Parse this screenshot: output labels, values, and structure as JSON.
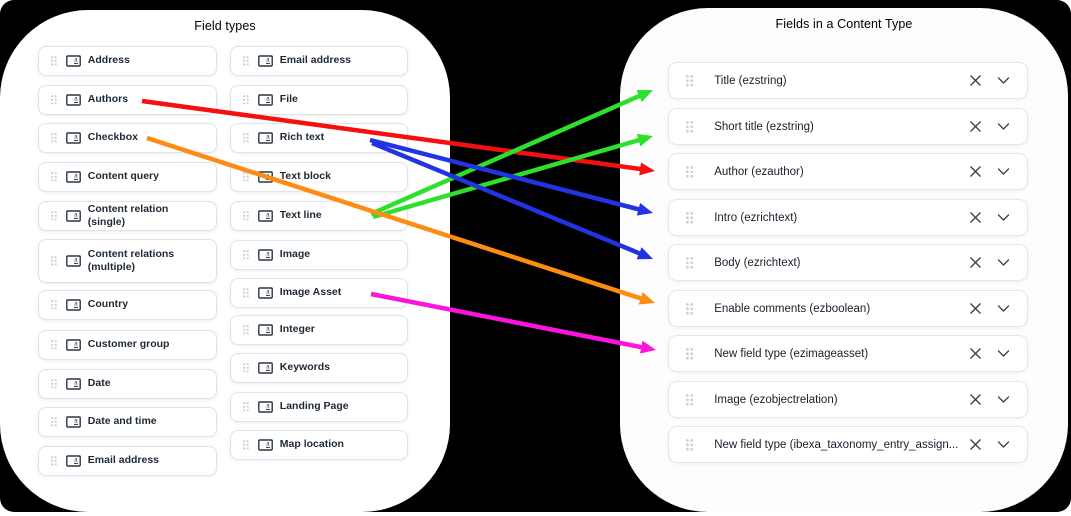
{
  "left_panel": {
    "title": "Field types",
    "column1": [
      "Address",
      "Authors",
      "Checkbox",
      "Content query",
      "Content relation (single)",
      "Content relations (multiple)",
      "Country",
      "Customer group",
      "Date",
      "Date and time",
      "Email address"
    ],
    "column2": [
      "Email address",
      "File",
      "Rich text",
      "Text block",
      "Text line",
      "Image",
      "Image Asset",
      "Integer",
      "Keywords",
      "Landing Page",
      "Map location"
    ]
  },
  "right_panel": {
    "title": "Fields in a Content Type",
    "fields": [
      "Title (ezstring)",
      "Short title (ezstring)",
      "Author (ezauthor)",
      "Intro (ezrichtext)",
      "Body (ezrichtext)",
      "Enable comments (ezboolean)",
      "New field type (ezimageasset)",
      "Image (ezobjectrelation)",
      "New field type (ibexa_taxonomy_entry_assign..."
    ]
  },
  "icons": {
    "drag_handle": "six-dot-grid",
    "field_type": "input-field-letter-a",
    "remove": "x-cross",
    "collapse": "chevron-down"
  },
  "arrows": [
    {
      "from": "Authors",
      "to": "Author (ezauthor)",
      "color": "#f50f0f"
    },
    {
      "from": "Text line",
      "to": "Title (ezstring)",
      "color": "#2ce02c"
    },
    {
      "from": "Text line",
      "to": "Short title (ezstring)",
      "color": "#2ce02c"
    },
    {
      "from": "Rich text",
      "to": "Intro (ezrichtext)",
      "color": "#2233e2"
    },
    {
      "from": "Rich text",
      "to": "Body (ezrichtext)",
      "color": "#2233e2"
    },
    {
      "from": "Checkbox",
      "to": "Enable comments (ezboolean)",
      "color": "#ff8c12"
    },
    {
      "from": "Image Asset",
      "to": "New field type (ezimageasset)",
      "color": "#fa14dc"
    }
  ]
}
